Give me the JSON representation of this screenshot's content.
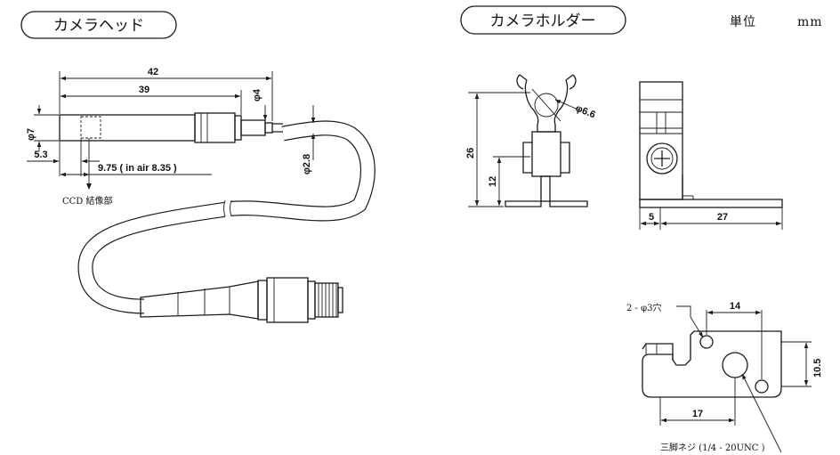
{
  "titles": {
    "camera_head": "カメラヘッド",
    "camera_holder": "カメラホルダー"
  },
  "unit": {
    "label": "単位",
    "value": "mm"
  },
  "camera_head_dims": {
    "overall_length": "42",
    "body_length": "39",
    "tip_dia": "φ4",
    "body_dia": "φ7",
    "cable_dia": "φ2.8",
    "ccd_offset": "5.3",
    "ccd_distance": "9.75 ( in air 8.35 )",
    "ccd_label": "CCD 結像部"
  },
  "holder_dims": {
    "clip_dia": "φ6.6",
    "height": "26",
    "mount_height": "12",
    "base_left": "5",
    "base_length": "27",
    "holes_label": "2 - φ3穴",
    "hole_spacing": "14",
    "hole_offset": "10.5",
    "screw_distance": "17",
    "tripod_label": "三脚ネジ (1/4 - 20UNC )"
  }
}
